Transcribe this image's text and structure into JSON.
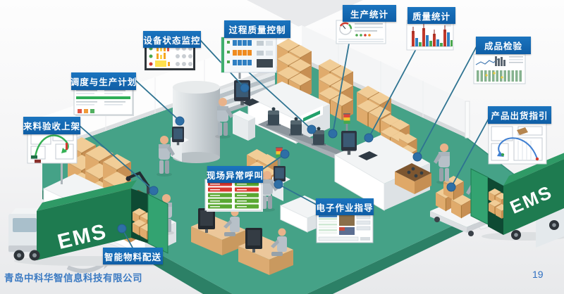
{
  "slide": {
    "company": "青岛中科华智信息科技有限公司",
    "page_number": "19"
  },
  "callouts": [
    {
      "id": "equipment-status-monitoring",
      "text": "设备状态监控"
    },
    {
      "id": "process-quality-control",
      "text": "过程质量控制"
    },
    {
      "id": "production-statistics",
      "text": "生产统计"
    },
    {
      "id": "quality-statistics",
      "text": "质量统计"
    },
    {
      "id": "finished-product-inspection",
      "text": "成品检验"
    },
    {
      "id": "product-shipment-guide",
      "text": "产品出货指引"
    },
    {
      "id": "scheduling-and-production-plan",
      "text": "调度与生产计划"
    },
    {
      "id": "incoming-material-acceptance",
      "text": "来料验收上架"
    },
    {
      "id": "onsite-abnormal-call",
      "text": "现场异常呼叫"
    },
    {
      "id": "electronic-work-instruction",
      "text": "电子作业指导"
    },
    {
      "id": "smart-material-delivery",
      "text": "智能物料配送"
    }
  ],
  "trucks": {
    "left_label": "EMS",
    "right_label": "EMS"
  },
  "colors": {
    "callout_blue": "#1465ae",
    "connector_teal": "#2e7391",
    "dot_blue": "#2e6fa6",
    "floor_green": "#45a287",
    "truck_green": "#1e7b50",
    "company_text_blue": "#3b7ac2",
    "box_tan": "#dfa96c"
  }
}
